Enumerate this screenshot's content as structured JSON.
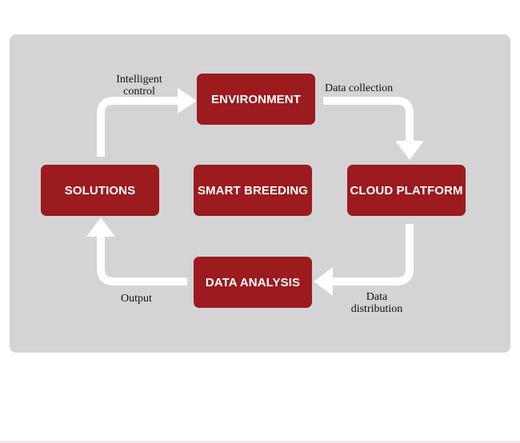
{
  "nodes": {
    "environment": "ENVIRONMENT",
    "cloud_platform": "CLOUD PLATFORM",
    "data_analysis": "DATA ANALYSIS",
    "solutions": "SOLUTIONS",
    "smart_breeding": "SMART BREEDING"
  },
  "edges": {
    "intelligent_control": "Intelligent\ncontrol",
    "data_collection": "Data collection",
    "data_distribution": "Data\ndistribution",
    "output": "Output"
  },
  "colors": {
    "node_fill": "#9b1b1f",
    "panel_bg": "#d4d4d4",
    "arrow": "#ffffff"
  }
}
